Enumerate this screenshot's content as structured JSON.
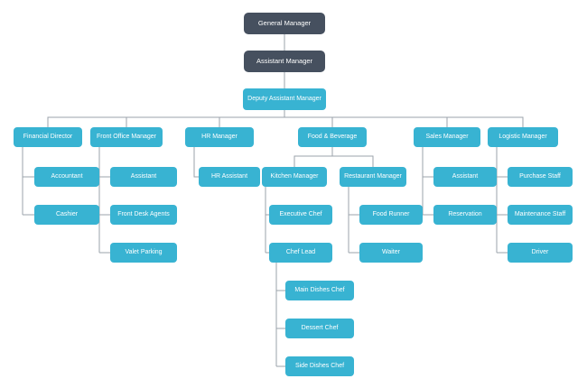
{
  "diagram_type": "org_chart",
  "colors": {
    "executive": "#46505f",
    "staff": "#38b3d2",
    "connector": "#9ba3ab",
    "background": "#ffffff",
    "text": "#ffffff"
  },
  "nodes": {
    "general_manager": {
      "label": "General Manager",
      "type": "executive"
    },
    "assistant_manager": {
      "label": "Assistant Manager",
      "type": "executive"
    },
    "deputy_assistant_manager": {
      "label": "Deputy Assistant Manager",
      "type": "staff"
    },
    "financial_director": {
      "label": "Financial Director",
      "type": "staff"
    },
    "accountant": {
      "label": "Accountant",
      "type": "staff"
    },
    "cashier": {
      "label": "Cashier",
      "type": "staff"
    },
    "front_office_manager": {
      "label": "Front Office Manager",
      "type": "staff"
    },
    "front_office_assistant": {
      "label": "Assistant",
      "type": "staff"
    },
    "front_desk_agents": {
      "label": "Front Desk Agents",
      "type": "staff"
    },
    "valet_parking": {
      "label": "Valet Parking",
      "type": "staff"
    },
    "hr_manager": {
      "label": "HR Manager",
      "type": "staff"
    },
    "hr_assistant": {
      "label": "HR Assistant",
      "type": "staff"
    },
    "food_beverage": {
      "label": "Food & Beverage",
      "type": "staff"
    },
    "kitchen_manager": {
      "label": "Kitchen Manager",
      "type": "staff"
    },
    "executive_chef": {
      "label": "Executive Chef",
      "type": "staff"
    },
    "chef_lead": {
      "label": "Chef Lead",
      "type": "staff"
    },
    "main_dishes_chef": {
      "label": "Main Dishes Chef",
      "type": "staff"
    },
    "dessert_chef": {
      "label": "Dessert Chef",
      "type": "staff"
    },
    "side_dishes_chef": {
      "label": "Side Dishes Chef",
      "type": "staff"
    },
    "restaurant_manager": {
      "label": "Restaurant Manager",
      "type": "staff"
    },
    "food_runner": {
      "label": "Food Runner",
      "type": "staff"
    },
    "waiter": {
      "label": "Waiter",
      "type": "staff"
    },
    "sales_manager": {
      "label": "Sales Manager",
      "type": "staff"
    },
    "sales_assistant": {
      "label": "Assistant",
      "type": "staff"
    },
    "reservation": {
      "label": "Reservation",
      "type": "staff"
    },
    "logistic_manager": {
      "label": "Logistic Manager",
      "type": "staff"
    },
    "purchase_staff": {
      "label": "Purchase Staff",
      "type": "staff"
    },
    "maintenance_staff": {
      "label": "Maintenance Staff",
      "type": "staff"
    },
    "driver": {
      "label": "Driver",
      "type": "staff"
    }
  },
  "hierarchy": {
    "id": "general_manager",
    "reports": [
      {
        "id": "assistant_manager",
        "reports": [
          {
            "id": "deputy_assistant_manager",
            "reports": [
              {
                "id": "financial_director",
                "reports": [
                  {
                    "id": "accountant"
                  },
                  {
                    "id": "cashier"
                  }
                ]
              },
              {
                "id": "front_office_manager",
                "reports": [
                  {
                    "id": "front_office_assistant"
                  },
                  {
                    "id": "front_desk_agents"
                  },
                  {
                    "id": "valet_parking"
                  }
                ]
              },
              {
                "id": "hr_manager",
                "reports": [
                  {
                    "id": "hr_assistant"
                  }
                ]
              },
              {
                "id": "food_beverage",
                "reports": [
                  {
                    "id": "kitchen_manager",
                    "reports": [
                      {
                        "id": "executive_chef"
                      },
                      {
                        "id": "chef_lead",
                        "reports": [
                          {
                            "id": "main_dishes_chef"
                          },
                          {
                            "id": "dessert_chef"
                          },
                          {
                            "id": "side_dishes_chef"
                          }
                        ]
                      }
                    ]
                  },
                  {
                    "id": "restaurant_manager",
                    "reports": [
                      {
                        "id": "food_runner"
                      },
                      {
                        "id": "waiter"
                      }
                    ]
                  }
                ]
              },
              {
                "id": "sales_manager",
                "reports": [
                  {
                    "id": "sales_assistant"
                  },
                  {
                    "id": "reservation"
                  }
                ]
              },
              {
                "id": "logistic_manager",
                "reports": [
                  {
                    "id": "purchase_staff"
                  },
                  {
                    "id": "maintenance_staff"
                  },
                  {
                    "id": "driver"
                  }
                ]
              }
            ]
          }
        ]
      }
    ]
  }
}
